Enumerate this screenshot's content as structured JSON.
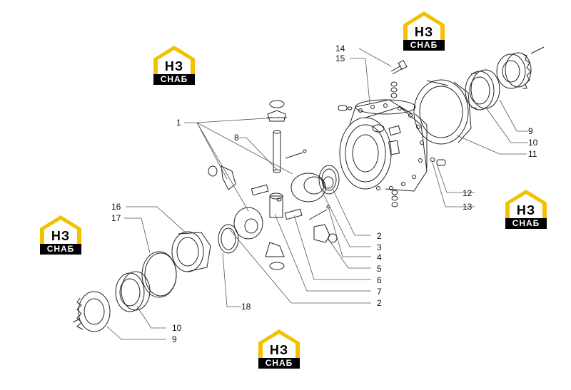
{
  "brand": {
    "logo_top": "НЗ",
    "logo_bottom": "СНАБ",
    "colors": {
      "house": "#f2c200",
      "band": "#000000"
    }
  },
  "callouts": {
    "c1": "1",
    "c2a": "2",
    "c2b": "2",
    "c3": "3",
    "c4": "4",
    "c5": "5",
    "c6": "6",
    "c7": "7",
    "c8": "8",
    "c9a": "9",
    "c9b": "9",
    "c10a": "10",
    "c10b": "10",
    "c11": "11",
    "c12": "12",
    "c13": "13",
    "c14": "14",
    "c15": "15",
    "c16": "16",
    "c17": "17",
    "c18": "18"
  }
}
